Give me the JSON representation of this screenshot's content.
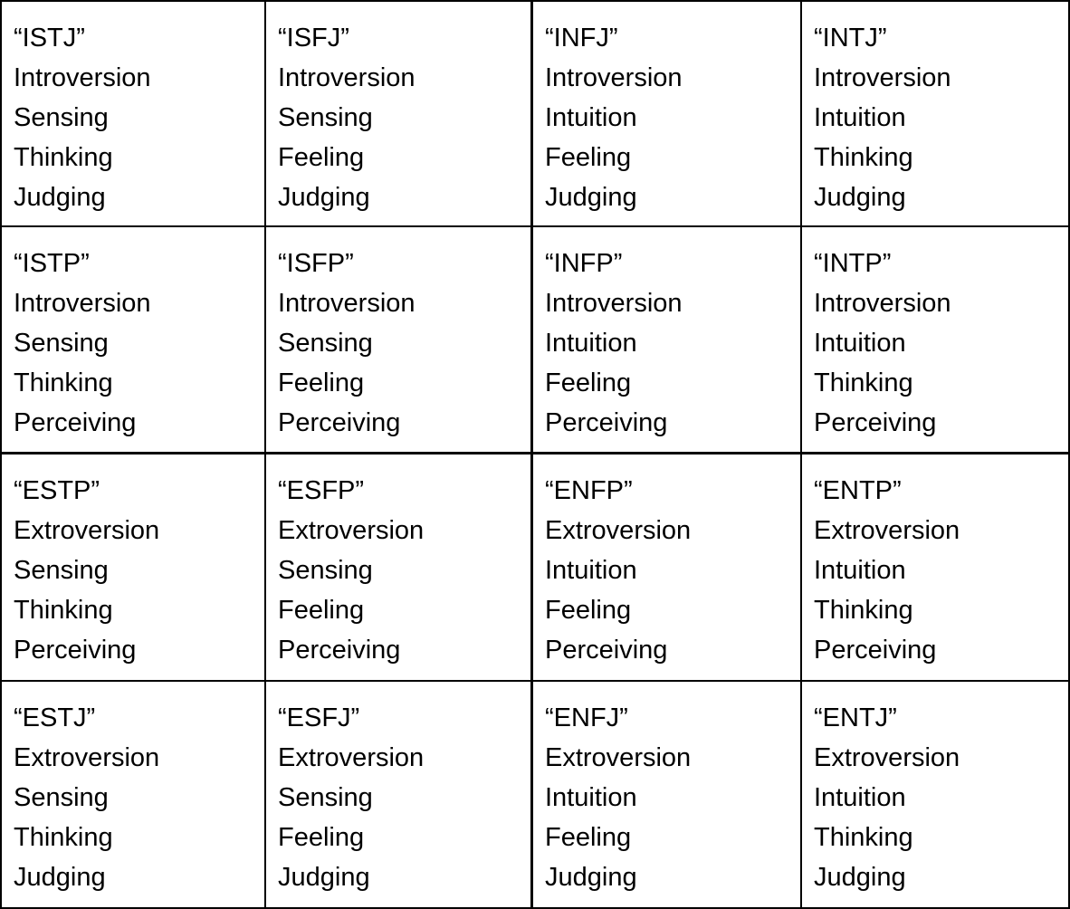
{
  "table": {
    "rows": [
      [
        {
          "code": "“ISTJ”",
          "traits": [
            "Introversion",
            "Sensing",
            "Thinking",
            "Judging"
          ]
        },
        {
          "code": "“ISFJ”",
          "traits": [
            "Introversion",
            "Sensing",
            "Feeling",
            "Judging"
          ]
        },
        {
          "code": "“INFJ”",
          "traits": [
            "Introversion",
            "Intuition",
            "Feeling",
            "Judging"
          ]
        },
        {
          "code": "“INTJ”",
          "traits": [
            "Introversion",
            "Intuition",
            "Thinking",
            "Judging"
          ]
        }
      ],
      [
        {
          "code": "“ISTP”",
          "traits": [
            "Introversion",
            "Sensing",
            "Thinking",
            "Perceiving"
          ]
        },
        {
          "code": "“ISFP”",
          "traits": [
            "Introversion",
            "Sensing",
            "Feeling",
            "Perceiving"
          ]
        },
        {
          "code": "“INFP”",
          "traits": [
            "Introversion",
            "Intuition",
            "Feeling",
            "Perceiving"
          ]
        },
        {
          "code": "“INTP”",
          "traits": [
            "Introversion",
            "Intuition",
            "Thinking",
            "Perceiving"
          ]
        }
      ],
      [
        {
          "code": "“ESTP”",
          "traits": [
            "Extroversion",
            "Sensing",
            "Thinking",
            "Perceiving"
          ]
        },
        {
          "code": "“ESFP”",
          "traits": [
            "Extroversion",
            "Sensing",
            "Feeling",
            "Perceiving"
          ]
        },
        {
          "code": "“ENFP”",
          "traits": [
            "Extroversion",
            "Intuition",
            "Feeling",
            "Perceiving"
          ]
        },
        {
          "code": "“ENTP”",
          "traits": [
            "Extroversion",
            "Intuition",
            "Thinking",
            "Perceiving"
          ]
        }
      ],
      [
        {
          "code": "“ESTJ”",
          "traits": [
            "Extroversion",
            "Sensing",
            "Thinking",
            "Judging"
          ]
        },
        {
          "code": "“ESFJ”",
          "traits": [
            "Extroversion",
            "Sensing",
            "Feeling",
            "Judging"
          ]
        },
        {
          "code": "“ENFJ”",
          "traits": [
            "Extroversion",
            "Intuition",
            "Feeling",
            "Judging"
          ]
        },
        {
          "code": "“ENTJ”",
          "traits": [
            "Extroversion",
            "Intuition",
            "Thinking",
            "Judging"
          ]
        }
      ]
    ]
  }
}
